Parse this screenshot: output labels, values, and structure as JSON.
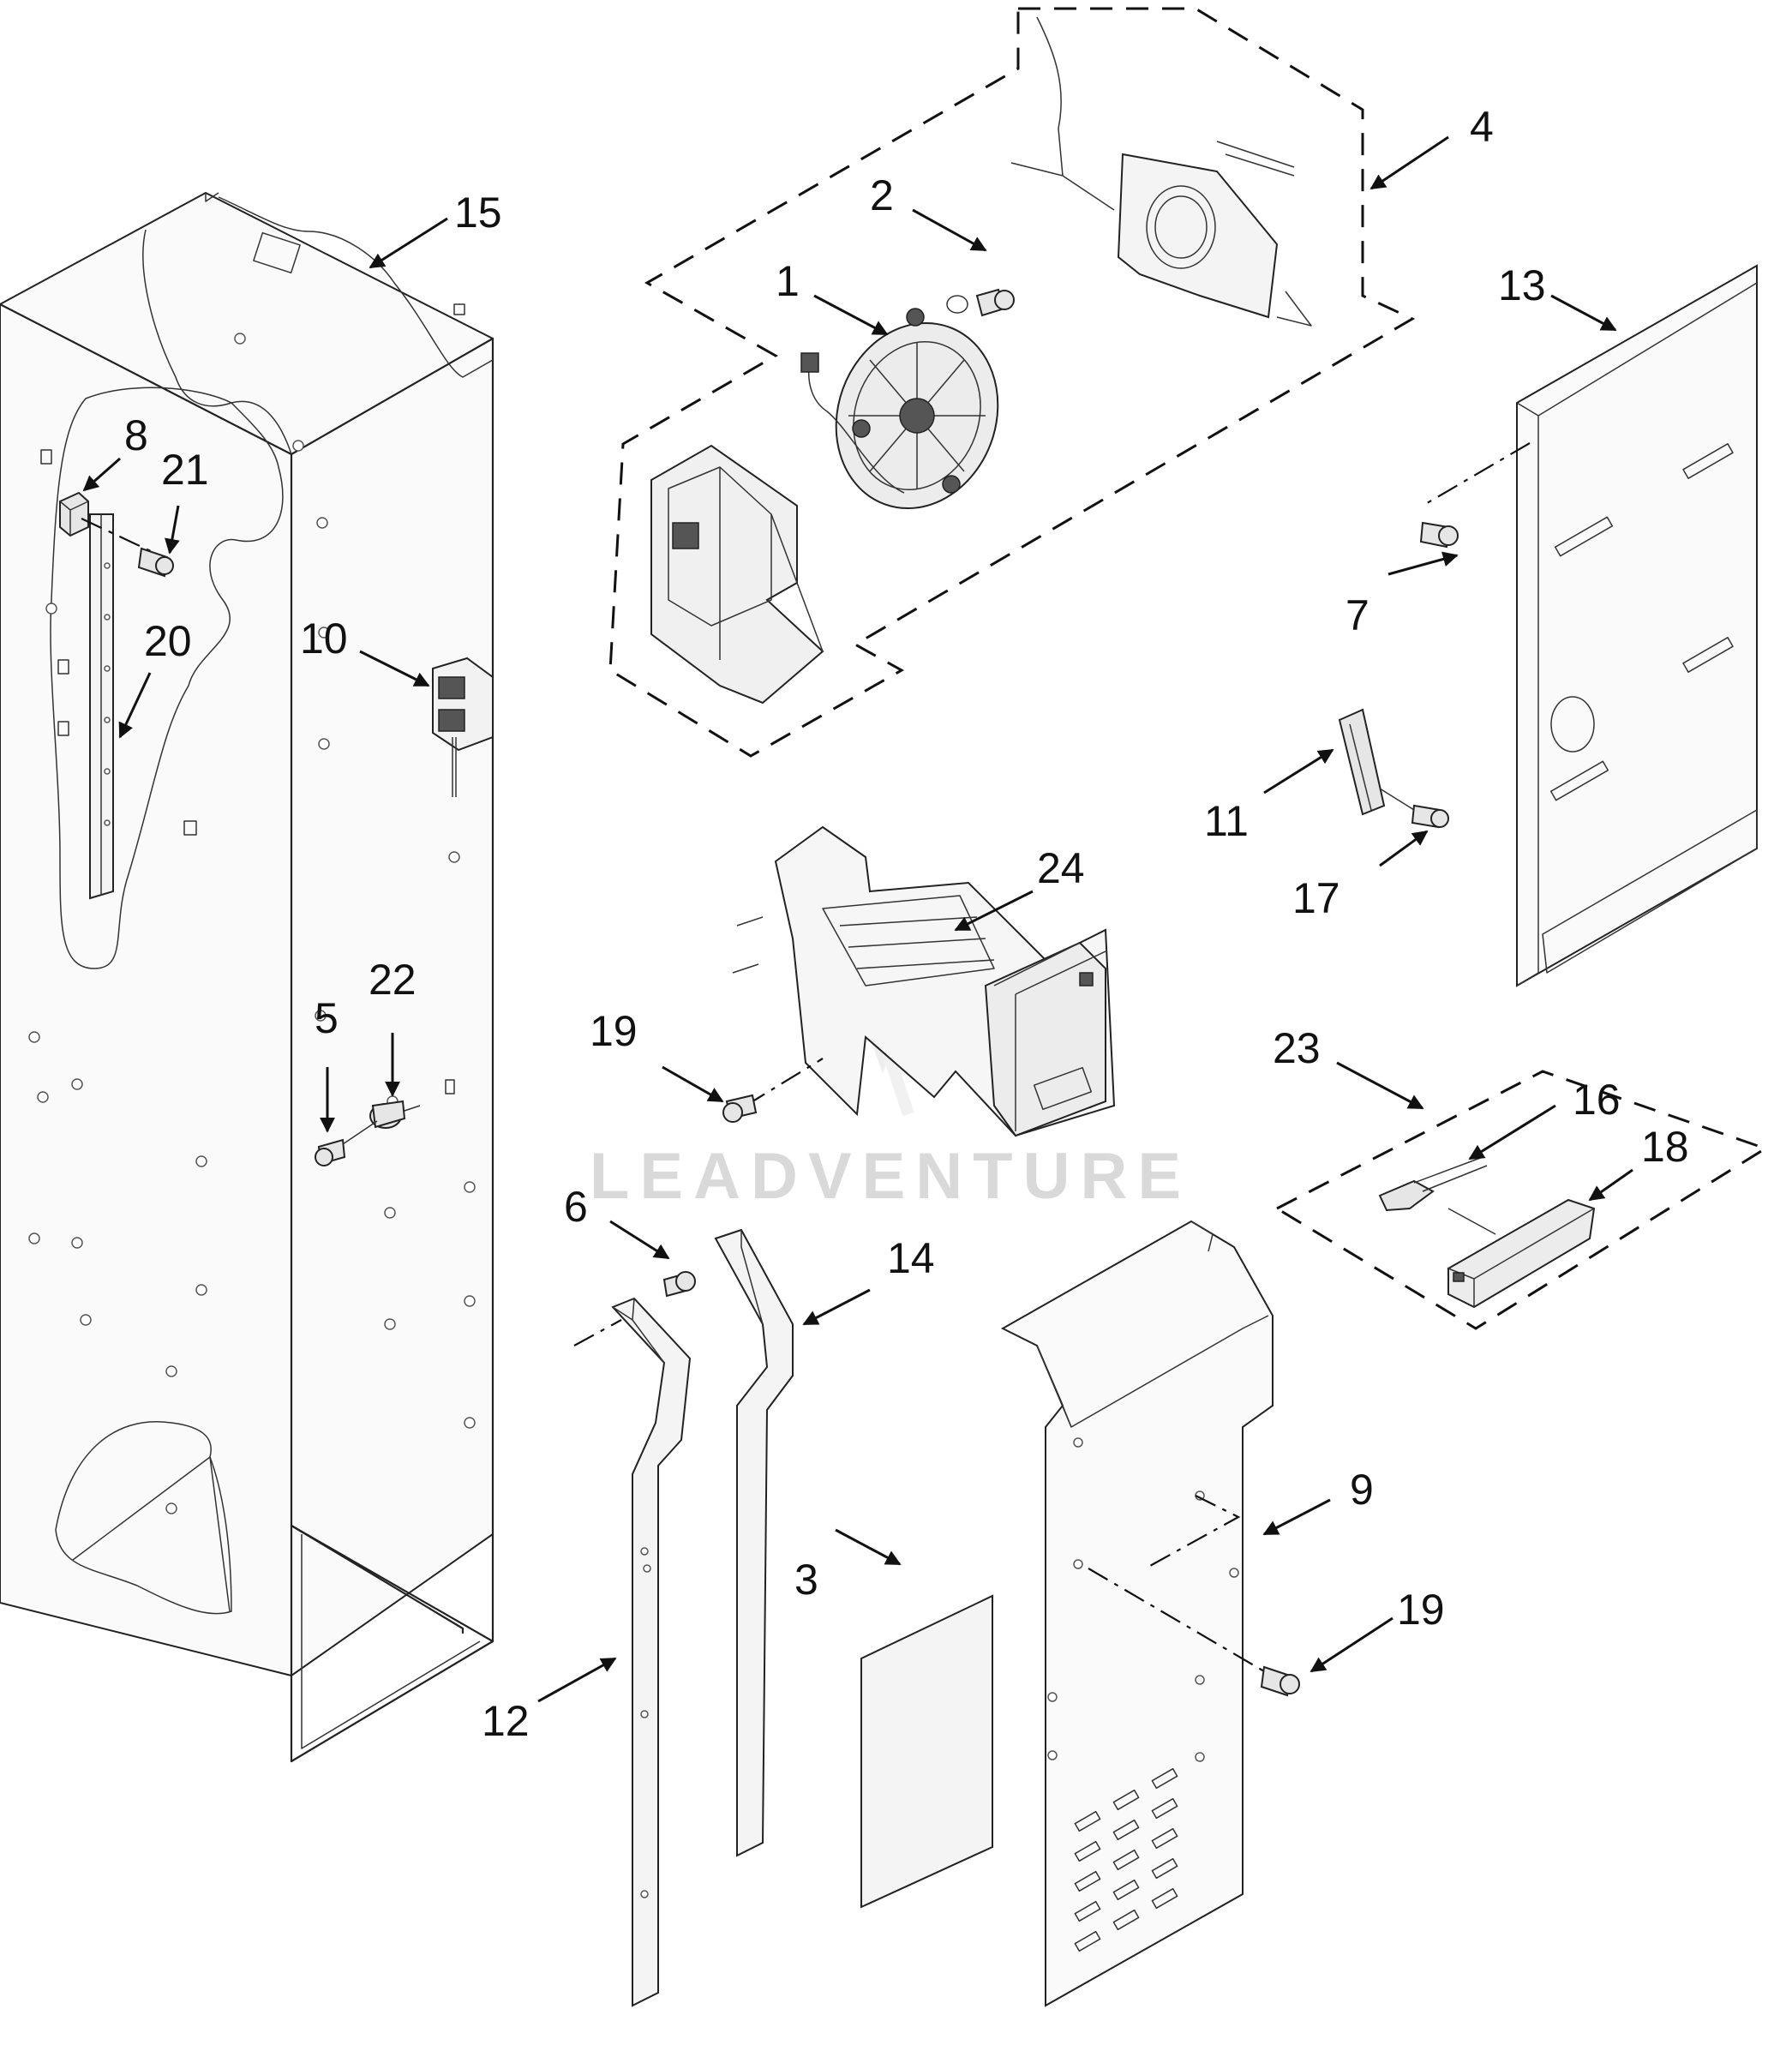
{
  "watermark": "LEADVENTURE",
  "callouts": [
    {
      "id": "c1",
      "label": "1"
    },
    {
      "id": "c2",
      "label": "2"
    },
    {
      "id": "c3",
      "label": "3"
    },
    {
      "id": "c4",
      "label": "4"
    },
    {
      "id": "c5",
      "label": "5"
    },
    {
      "id": "c6",
      "label": "6"
    },
    {
      "id": "c7",
      "label": "7"
    },
    {
      "id": "c8",
      "label": "8"
    },
    {
      "id": "c9",
      "label": "9"
    },
    {
      "id": "c10",
      "label": "10"
    },
    {
      "id": "c11",
      "label": "11"
    },
    {
      "id": "c12",
      "label": "12"
    },
    {
      "id": "c13",
      "label": "13"
    },
    {
      "id": "c14",
      "label": "14"
    },
    {
      "id": "c15",
      "label": "15"
    },
    {
      "id": "c16",
      "label": "16"
    },
    {
      "id": "c17",
      "label": "17"
    },
    {
      "id": "c18",
      "label": "18"
    },
    {
      "id": "c19a",
      "label": "19"
    },
    {
      "id": "c19b",
      "label": "19"
    },
    {
      "id": "c20",
      "label": "20"
    },
    {
      "id": "c21",
      "label": "21"
    },
    {
      "id": "c22",
      "label": "22"
    },
    {
      "id": "c23",
      "label": "23"
    },
    {
      "id": "c24",
      "label": "24"
    }
  ]
}
